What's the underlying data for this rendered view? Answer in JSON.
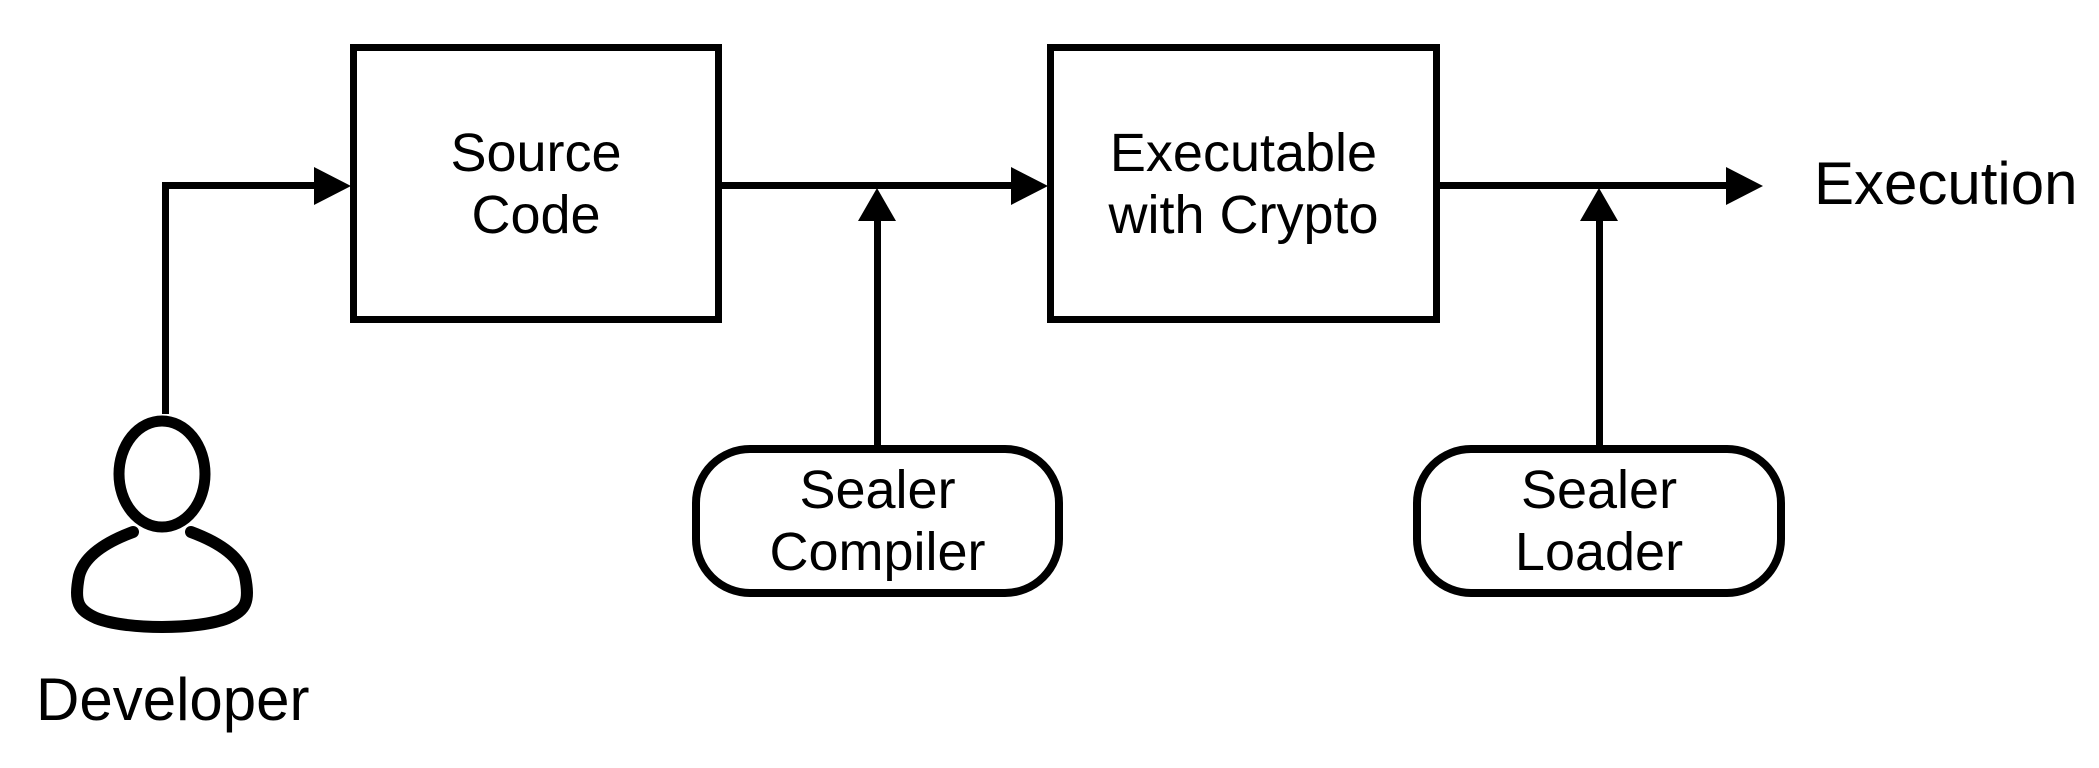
{
  "colors": {
    "ink": "#000000",
    "background": "#ffffff"
  },
  "nodes": {
    "source": {
      "line1": "Source",
      "line2": "Code"
    },
    "executable": {
      "line1": "Executable",
      "line2": "with Crypto"
    },
    "compiler": {
      "line1": "Sealer",
      "line2": "Compiler"
    },
    "loader": {
      "line1": "Sealer",
      "line2": "Loader"
    }
  },
  "labels": {
    "execution": "Execution",
    "developer": "Developer"
  },
  "icons": {
    "developer": "person-icon"
  }
}
